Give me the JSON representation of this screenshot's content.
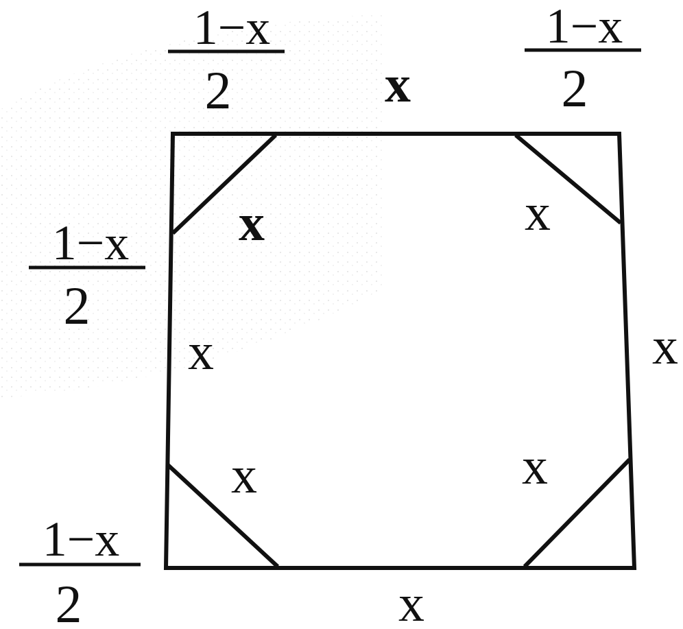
{
  "diagram": {
    "colors": {
      "ink": "#111111",
      "background": "#ffffff",
      "shadow": "#b8b8b8"
    },
    "fractions": {
      "top_left": {
        "numerator": "1−x",
        "denominator": "2"
      },
      "top_right": {
        "numerator": "1−x",
        "denominator": "2"
      },
      "left_upper": {
        "numerator": "1−x",
        "denominator": "2"
      },
      "left_lower": {
        "numerator": "1−x",
        "denominator": "2"
      }
    },
    "labels": {
      "top_side": "x",
      "bottom_side": "x",
      "left_side": "x",
      "right_side": "x",
      "cut_top_left": "x",
      "cut_top_right": "x",
      "cut_bottom_left": "x",
      "cut_bottom_right": "x"
    }
  }
}
